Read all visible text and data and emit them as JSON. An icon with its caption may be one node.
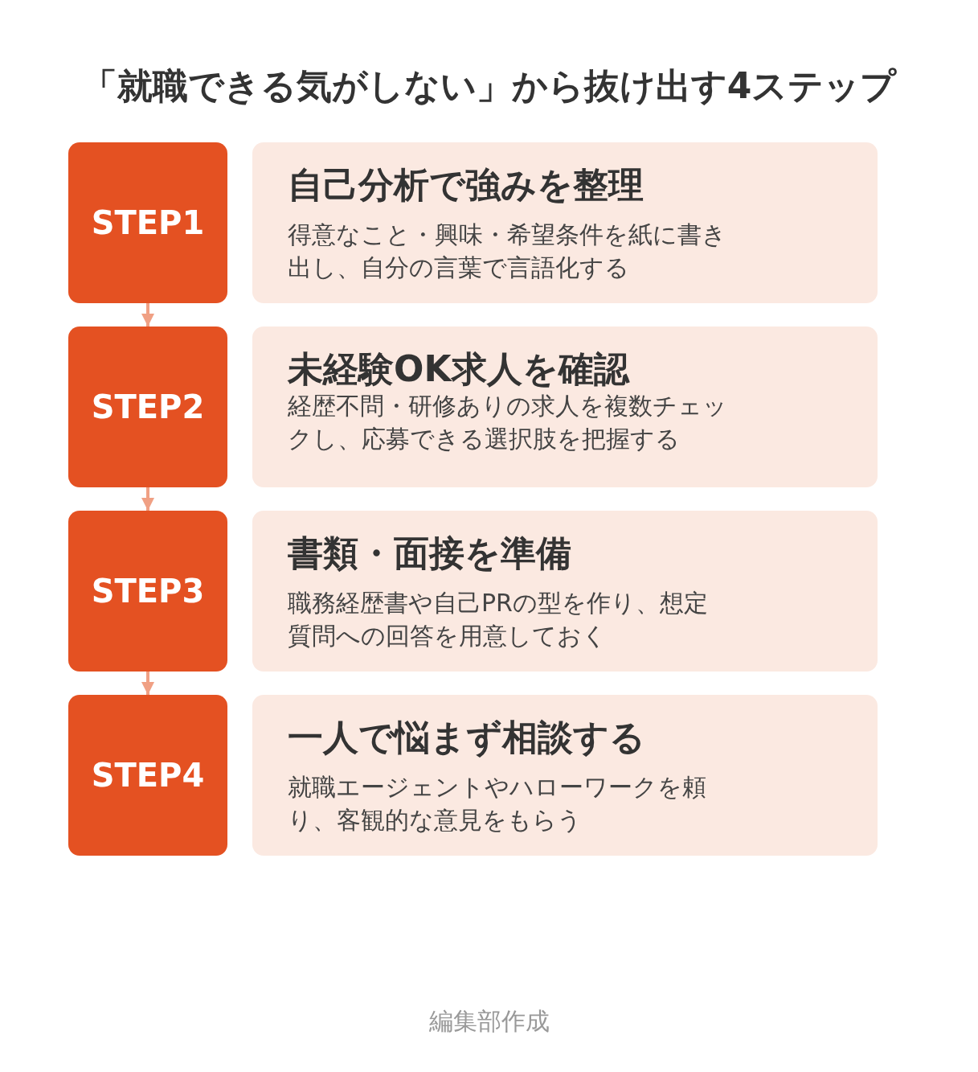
{
  "diagram": {
    "title": "「就職できる気がしない」から抜け出す4ステップ",
    "nodes": [
      {
        "text": [
          "STEP1"
        ]
      },
      {
        "text": [
          "自己分析で強みを整理",
          "得意なこと・興味・希望条件を紙に書き出し、自分の言葉で言語化する"
        ]
      },
      {
        "text": [
          "STEP2"
        ]
      },
      {
        "text": [
          "未経験OK求人を確認",
          "経歴不問・研修ありの求人を複数チェックし、応募できる選択肢を把握する"
        ]
      },
      {
        "text": [
          "STEP3"
        ]
      },
      {
        "text": [
          "書類・面接を準備",
          "職務経歴書や自己PRの型を作り、想定質問への回答を用意しておく"
        ]
      },
      {
        "text": [
          "STEP4"
        ]
      },
      {
        "text": [
          "一人で悩まず相談する",
          "就職エージェントやハローワークを頼り、客観的な意見をもらう"
        ]
      }
    ],
    "edges": [
      {
        "from": 0,
        "to": 2,
        "arrow": "to"
      },
      {
        "from": 2,
        "to": 4,
        "arrow": "to"
      },
      {
        "from": 4,
        "to": 6,
        "arrow": "to"
      }
    ],
    "caption": "編集部作成"
  }
}
